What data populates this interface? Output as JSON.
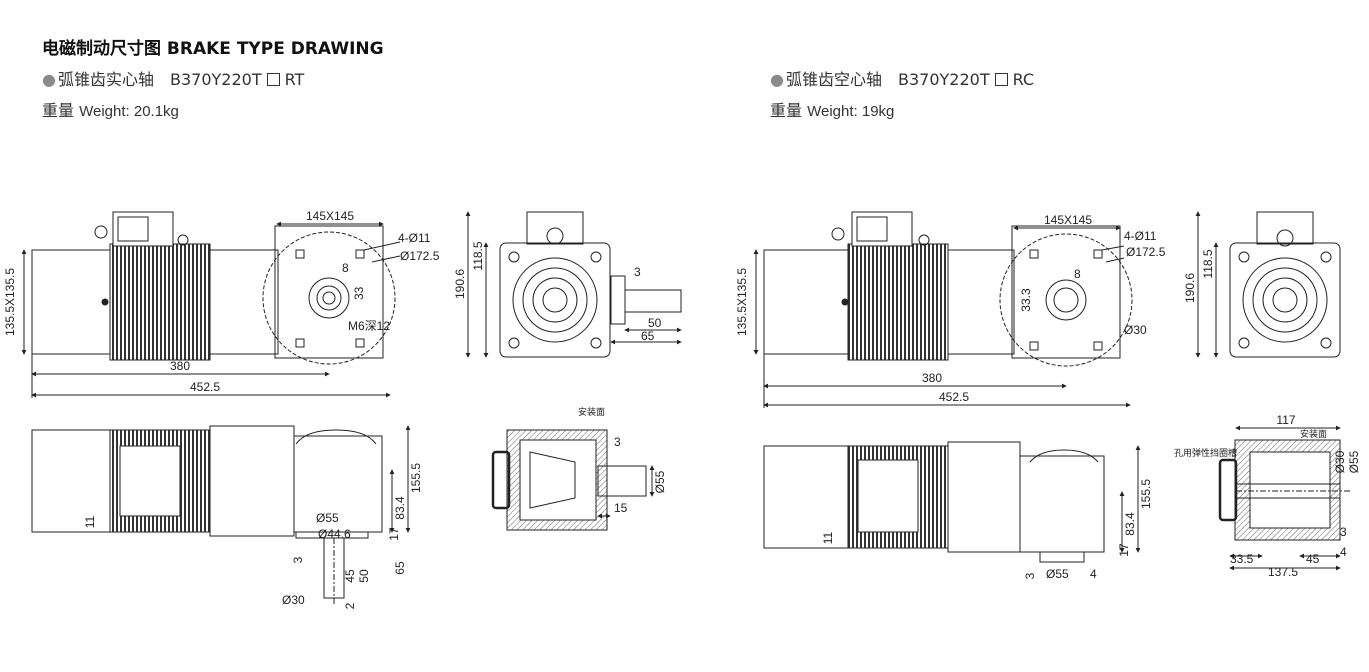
{
  "header": {
    "title": "电磁制动尺寸图 BRAKE TYPE DRAWING"
  },
  "variants": [
    {
      "shaft_label": "弧锥齿实心轴",
      "model_prefix": "B370Y220T",
      "model_suffix": "RT",
      "weight_label": "重量",
      "weight_value": "Weight: 20.1kg",
      "dims": {
        "flange": "145X145",
        "holes": "4-Ø11",
        "pcd": "Ø172.5",
        "key_w": "8",
        "key_h": "33",
        "tap": "M6深12",
        "body_sq": "135.5X135.5",
        "len1": "380",
        "len2": "452.5",
        "h1": "118.5",
        "h2": "190.6",
        "end_off": "3",
        "shaft_len": "50",
        "shaft_len2": "65",
        "top_mount": "安装面",
        "top_3": "3",
        "top_dia": "Ø55",
        "top_15": "15",
        "bot_155": "155.5",
        "bot_834": "83.4",
        "bot_17": "17",
        "bot_11": "11",
        "bot_d55": "Ø55",
        "bot_d446": "Ø44.6",
        "bot_3": "3",
        "bot_45": "45",
        "bot_50": "50",
        "bot_65": "65",
        "bot_d30": "Ø30",
        "bot_2": "2"
      }
    },
    {
      "shaft_label": "弧锥齿空心轴",
      "model_prefix": "B370Y220T",
      "model_suffix": "RC",
      "weight_label": "重量",
      "weight_value": "Weight: 19kg",
      "dims": {
        "flange": "145X145",
        "holes": "4-Ø11",
        "pcd": "Ø172.5",
        "key_w": "8",
        "key_h": "33.3",
        "bore": "Ø30",
        "body_sq": "135.5X135.5",
        "len1": "380",
        "len2": "452.5",
        "h1": "118.5",
        "h2": "190.6",
        "top_117": "117",
        "top_mount": "安装面",
        "top_ring": "孔用弹性挡圈槽",
        "top_d30": "Ø30",
        "top_d55": "Ø55",
        "top_3": "3",
        "top_4": "4",
        "top_335": "33.5",
        "top_45": "45",
        "top_1375": "137.5",
        "bot_155": "155.5",
        "bot_834": "83.4",
        "bot_17": "17",
        "bot_11": "11",
        "bot_3": "3",
        "bot_d55": "Ø55",
        "bot_4": "4"
      }
    }
  ]
}
